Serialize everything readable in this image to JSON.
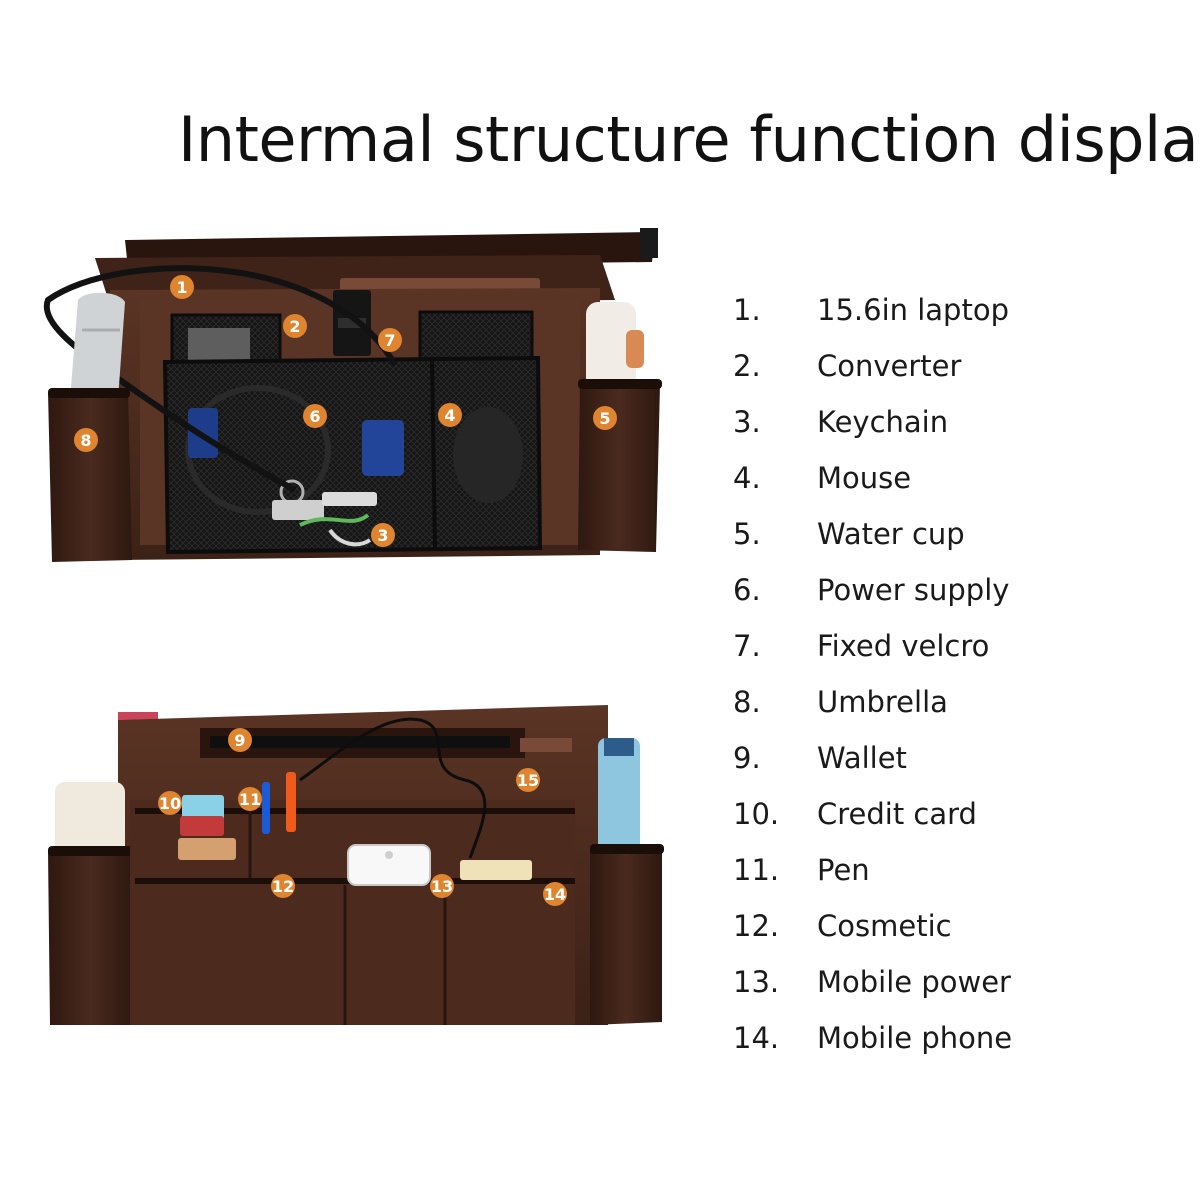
{
  "page_title": "Intermal structure function display",
  "legend": [
    {
      "number": "1.",
      "label": "15.6in laptop"
    },
    {
      "number": "2.",
      "label": "Converter"
    },
    {
      "number": "3.",
      "label": "Keychain"
    },
    {
      "number": "4.",
      "label": "Mouse"
    },
    {
      "number": "5.",
      "label": "Water cup"
    },
    {
      "number": "6.",
      "label": "Power supply"
    },
    {
      "number": "7.",
      "label": "Fixed velcro"
    },
    {
      "number": "8.",
      "label": "Umbrella"
    },
    {
      "number": "9.",
      "label": "Wallet"
    },
    {
      "number": "10.",
      "label": "Credit card"
    },
    {
      "number": "11.",
      "label": "Pen"
    },
    {
      "number": "12.",
      "label": "Cosmetic"
    },
    {
      "number": "13.",
      "label": "Mobile power"
    },
    {
      "number": "14.",
      "label": "Mobile phone"
    }
  ],
  "top_bag_markers": [
    "1",
    "2",
    "3",
    "4",
    "5",
    "6",
    "7",
    "8"
  ],
  "bottom_bag_markers": [
    "9",
    "10",
    "11",
    "12",
    "13",
    "14",
    "15"
  ],
  "colors": {
    "bag_brown": "#4a2a1e",
    "bag_dark": "#2a150e",
    "marker_orange": "#e0852f",
    "mesh_black": "#141414"
  }
}
